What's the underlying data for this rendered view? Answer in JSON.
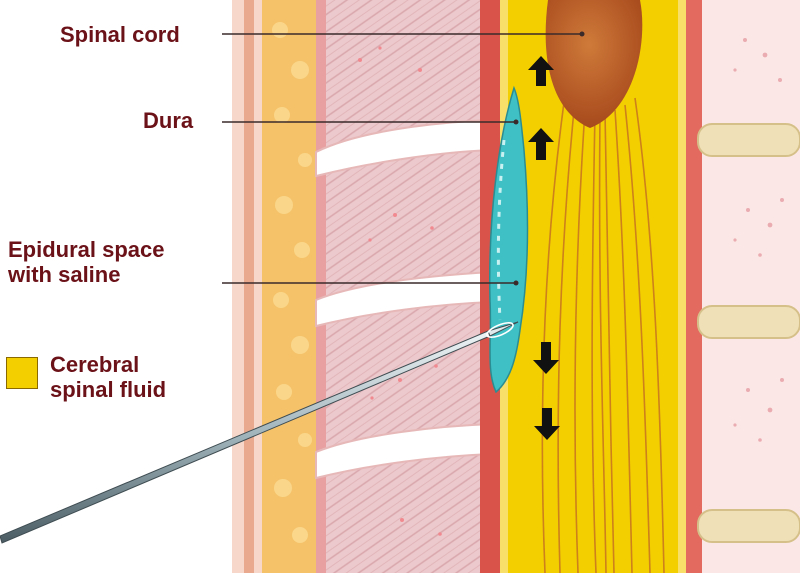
{
  "labels": {
    "spinal_cord": "Spinal cord",
    "dura": "Dura",
    "epidural_line1": "Epidural space",
    "epidural_line2": "with saline",
    "legend_line1": "Cerebral",
    "legend_line2": "spinal fluid"
  },
  "colors": {
    "label_text": "#6b1118",
    "leader_line": "#3a2a2a",
    "cerebral_spinal_fluid": "#f3cf00",
    "spinal_cord": "#b9541c",
    "saline": "#3fc0c4",
    "bone": "#e8c9c5",
    "dura": "#d9534a"
  },
  "icons": {
    "needle": "needle-icon",
    "flow_arrows": "arrow-up-icon, arrow-down-icon"
  }
}
